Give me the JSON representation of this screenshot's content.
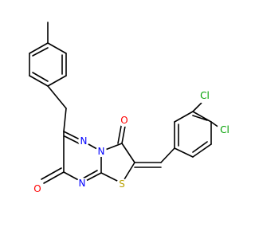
{
  "molecule": {
    "atoms": {
      "cl1": {
        "label": "Cl",
        "color": "#00a000"
      },
      "cl2": {
        "label": "Cl",
        "color": "#00a000"
      },
      "o1": {
        "label": "O",
        "color": "#ff0000"
      },
      "o2": {
        "label": "O",
        "color": "#ff0000"
      },
      "n1": {
        "label": "N",
        "color": "#0000ff"
      },
      "n2": {
        "label": "N",
        "color": "#0000ff"
      },
      "n3": {
        "label": "N",
        "color": "#0000ff"
      },
      "s1": {
        "label": "S",
        "color": "#b8a000"
      }
    },
    "bond_color": "#000000"
  }
}
